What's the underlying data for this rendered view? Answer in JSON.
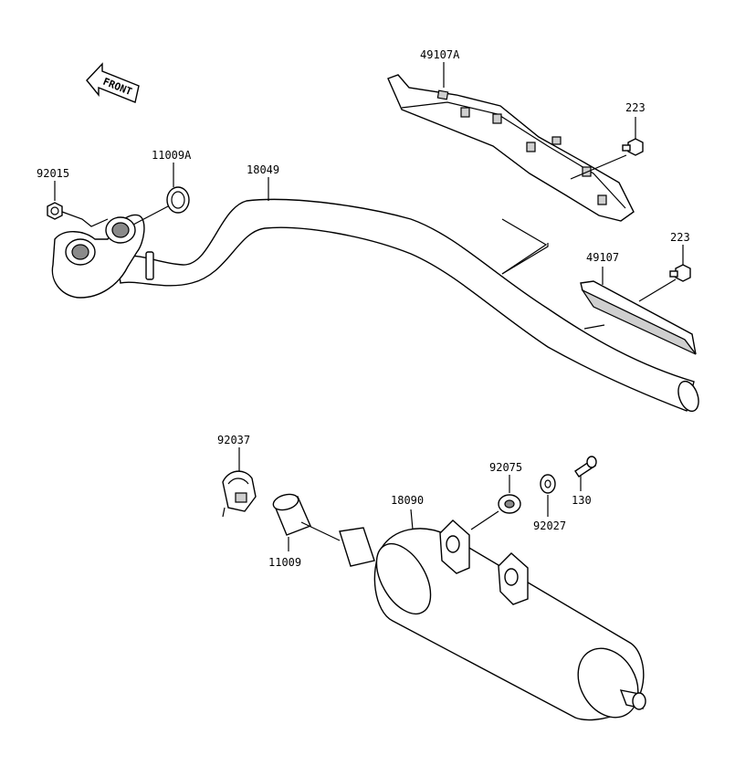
{
  "front_badge": "FRONT",
  "parts": {
    "p49107A": "49107A",
    "p223_upper": "223",
    "p223_lower": "223",
    "p49107": "49107",
    "p18049": "18049",
    "p11009A": "11009A",
    "p92015": "92015",
    "p92037": "92037",
    "p11009": "11009",
    "p18090": "18090",
    "p92075": "92075",
    "p92027": "92027",
    "p130": "130"
  }
}
